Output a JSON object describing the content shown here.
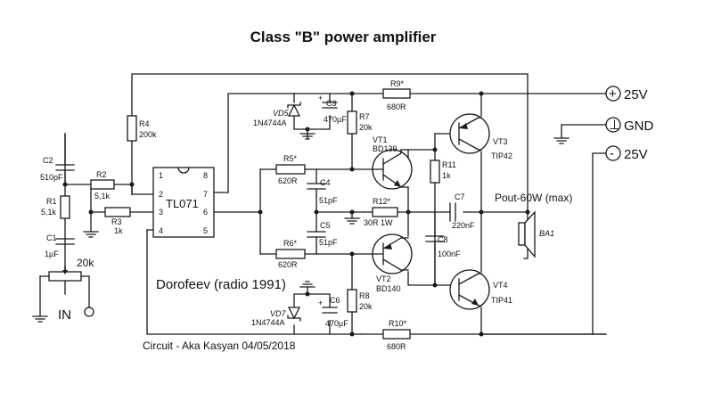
{
  "title": "Class \"B\" power amplifier",
  "ic": {
    "name": "TL071",
    "pins": [
      "1",
      "2",
      "3",
      "4",
      "8",
      "7",
      "6",
      "5"
    ]
  },
  "terminals": {
    "plus": "+",
    "minus": "-",
    "gnd_symbol": "⊥",
    "v_pos": "25V",
    "gnd": "GND",
    "v_neg": "25V"
  },
  "input": {
    "label": "IN",
    "pot": "20k"
  },
  "components": {
    "c2": {
      "name": "C2",
      "value": "510pF"
    },
    "r1": {
      "name": "R1",
      "value": "5,1k"
    },
    "c1": {
      "name": "C1",
      "value": "1µF"
    },
    "r2": {
      "name": "R2",
      "value": "5,1k"
    },
    "r3": {
      "name": "R3",
      "value": "1k"
    },
    "r4": {
      "name": "R4",
      "value": "200k"
    },
    "vd5": {
      "name": "VD5",
      "value": "1N4744A"
    },
    "vd7": {
      "name": "VD7",
      "value": "1N4744A"
    },
    "c3": {
      "name": "C3",
      "value": "470µF",
      "polarity": "+"
    },
    "c6": {
      "name": "C6",
      "value": "470µF",
      "polarity": "+"
    },
    "r7": {
      "name": "R7",
      "value": "20k"
    },
    "r8": {
      "name": "R8",
      "value": "20k"
    },
    "r9": {
      "name": "R9*",
      "value": "680R"
    },
    "r10": {
      "name": "R10*",
      "value": "680R"
    },
    "r5": {
      "name": "R5*",
      "value": "620R"
    },
    "r6": {
      "name": "R6*",
      "value": "620R"
    },
    "c4": {
      "name": "C4",
      "value": "51pF"
    },
    "c5": {
      "name": "C5",
      "value": "51pF"
    },
    "r12": {
      "name": "R12*",
      "value": "30R 1W"
    },
    "vt1": {
      "name": "VT1",
      "value": "BD139"
    },
    "vt2": {
      "name": "VT2",
      "value": "BD140"
    },
    "vt3": {
      "name": "VT3",
      "value": "TIP42"
    },
    "vt4": {
      "name": "VT4",
      "value": "TIP41"
    },
    "r11": {
      "name": "R11",
      "value": "1k"
    },
    "c7": {
      "name": "C7",
      "value": "220nF"
    },
    "c8": {
      "name": "C8",
      "value": "100nF"
    },
    "ba1": {
      "name": "BA1"
    }
  },
  "pout": "Pout-60W (max)",
  "author": "Dorofeev (radio 1991)",
  "credit": "Circuit - Aka Kasyan 04/05/2018"
}
